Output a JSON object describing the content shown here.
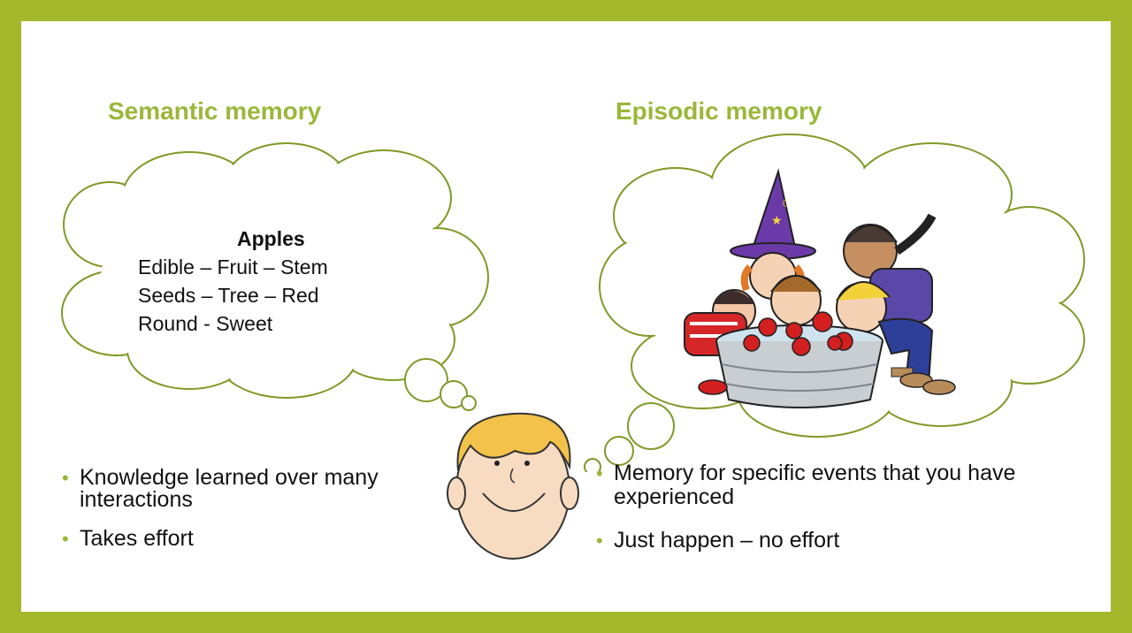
{
  "colors": {
    "frame": "#a4b72b",
    "accent": "#9bb73a",
    "cloud_outline": "#7f9a27"
  },
  "semantic": {
    "heading": "Semantic memory",
    "cloud_title": "Apples",
    "cloud_lines": [
      "Edible – Fruit – Stem",
      "Seeds – Tree – Red",
      "Round - Sweet"
    ],
    "bullets": [
      "Knowledge learned over many interactions",
      "Takes effort"
    ]
  },
  "episodic": {
    "heading": "Episodic memory",
    "illustration": "children-bobbing-for-apples",
    "bullets": [
      "Memory for specific events that you have experienced",
      "Just happen – no effort"
    ]
  },
  "center_icon": "smiling-boy-face"
}
